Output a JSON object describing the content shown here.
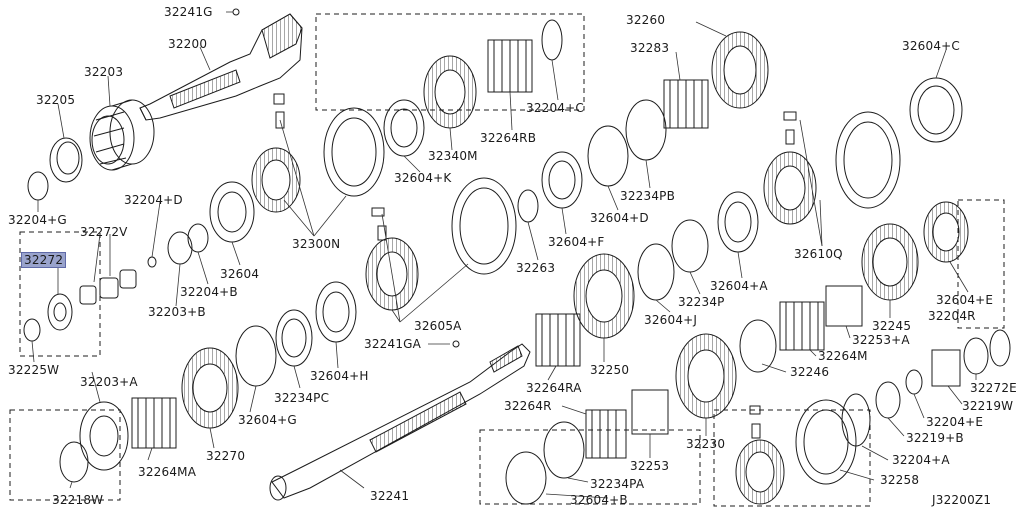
{
  "diagram": {
    "ref_code": "J32200Z1",
    "highlighted_part": "32272",
    "labels": {
      "p32241G": "32241G",
      "p32200": "32200",
      "p32203": "32203",
      "p32205": "32205",
      "p32204G": "32204+G",
      "p32204D": "32204+D",
      "p32272V": "32272V",
      "p32272": "32272",
      "p32203B": "32203+B",
      "p32204B": "32204+B",
      "p32225W": "32225W",
      "p32203A": "32203+A",
      "p32218W": "32218W",
      "p32264MA": "32264MA",
      "p32270": "32270",
      "p32604G": "32604+G",
      "p32234PC": "32234PC",
      "p32604H": "32604+H",
      "p32241GA": "32241GA",
      "p32241": "32241",
      "p32604": "32604",
      "p32300N": "32300N",
      "p32604K": "32604+K",
      "p32340M": "32340M",
      "p32264RB": "32264RB",
      "p32204C": "32204+C",
      "p32605A": "32605A",
      "p32263": "32263",
      "p32604F": "32604+F",
      "p32604D": "32604+D",
      "p32234PB": "32234PB",
      "p32283": "32283",
      "p32260": "32260",
      "p32604C": "32604+C",
      "p32610Q": "32610Q",
      "p32604A": "32604+A",
      "p32234P": "32234P",
      "p32604J": "32604+J",
      "p32264RA": "32264RA",
      "p32250": "32250",
      "p32264R": "32264R",
      "p32253": "32253",
      "p32234PA": "32234PA",
      "p32604B": "32604+B",
      "p32230": "32230",
      "p32246": "32246",
      "p32264M": "32264M",
      "p32253A": "32253+A",
      "p32245": "32245",
      "p32604E": "32604+E",
      "p32204R": "32204R",
      "p32272E": "32272E",
      "p32219W": "32219W",
      "p32204E": "32204+E",
      "p32219B": "32219+B",
      "p32204A": "32204+A",
      "p32258": "32258"
    }
  }
}
